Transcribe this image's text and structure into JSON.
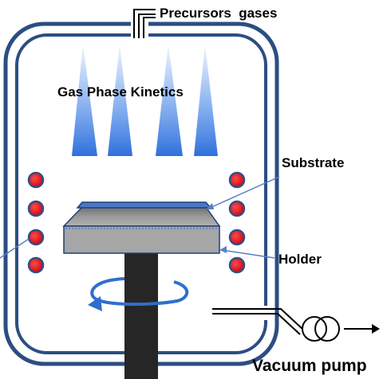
{
  "labels": {
    "precursors": "Precursors  gases",
    "gas_phase": "Gas Phase Kinetics",
    "substrate": "Substrate",
    "holder": "Holder",
    "vacuum": "Vacuum pump"
  },
  "colors": {
    "chamber_outline": "#2b4e82",
    "heater_fill": "#e8141c",
    "heater_ring": "#2f4f86",
    "holder_fill": "#a6a6a6",
    "substrate_fill": "#4a78c4",
    "shaft_fill": "#262626",
    "pointer_line": "#5a7fc2",
    "gas_jet": "#3f82e6"
  },
  "icons": {
    "rotation": "rotation-arrow-icon",
    "pump": "pump-symbol-icon",
    "outlet_arrow": "arrow-right-icon"
  }
}
